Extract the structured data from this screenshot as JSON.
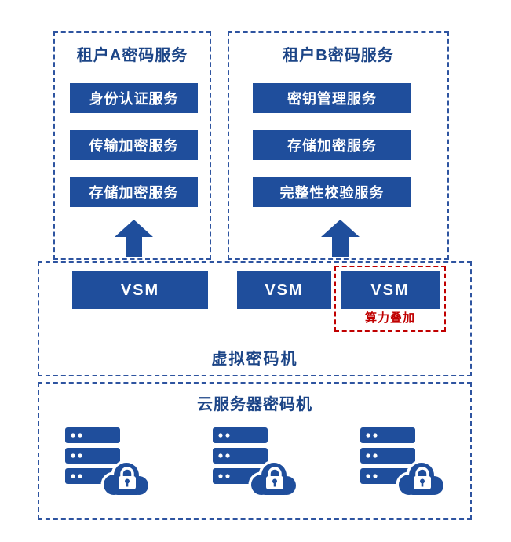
{
  "diagram": {
    "tenant_a": {
      "title": "租户A密码服务",
      "services": [
        "身份认证服务",
        "传输加密服务",
        "存储加密服务"
      ]
    },
    "tenant_b": {
      "title": "租户B密码服务",
      "services": [
        "密钥管理服务",
        "存储加密服务",
        "完整性校验服务"
      ]
    },
    "vsm_layer": {
      "label": "虚拟密码机",
      "vsm_labels": [
        "VSM",
        "VSM",
        "VSM"
      ],
      "stacking_label": "算力叠加"
    },
    "hardware_layer": {
      "title": "云服务器密码机",
      "icons": [
        "server-cloud-lock-icon",
        "server-cloud-lock-icon",
        "server-cloud-lock-icon"
      ]
    },
    "colors": {
      "primary_navy": "#1F4E9C",
      "title_navy": "#1C4587",
      "accent_red": "#C00000",
      "dashed_border_blue": "#2E54A0",
      "background": "#FFFFFF",
      "box_text": "#FFFFFF"
    }
  }
}
